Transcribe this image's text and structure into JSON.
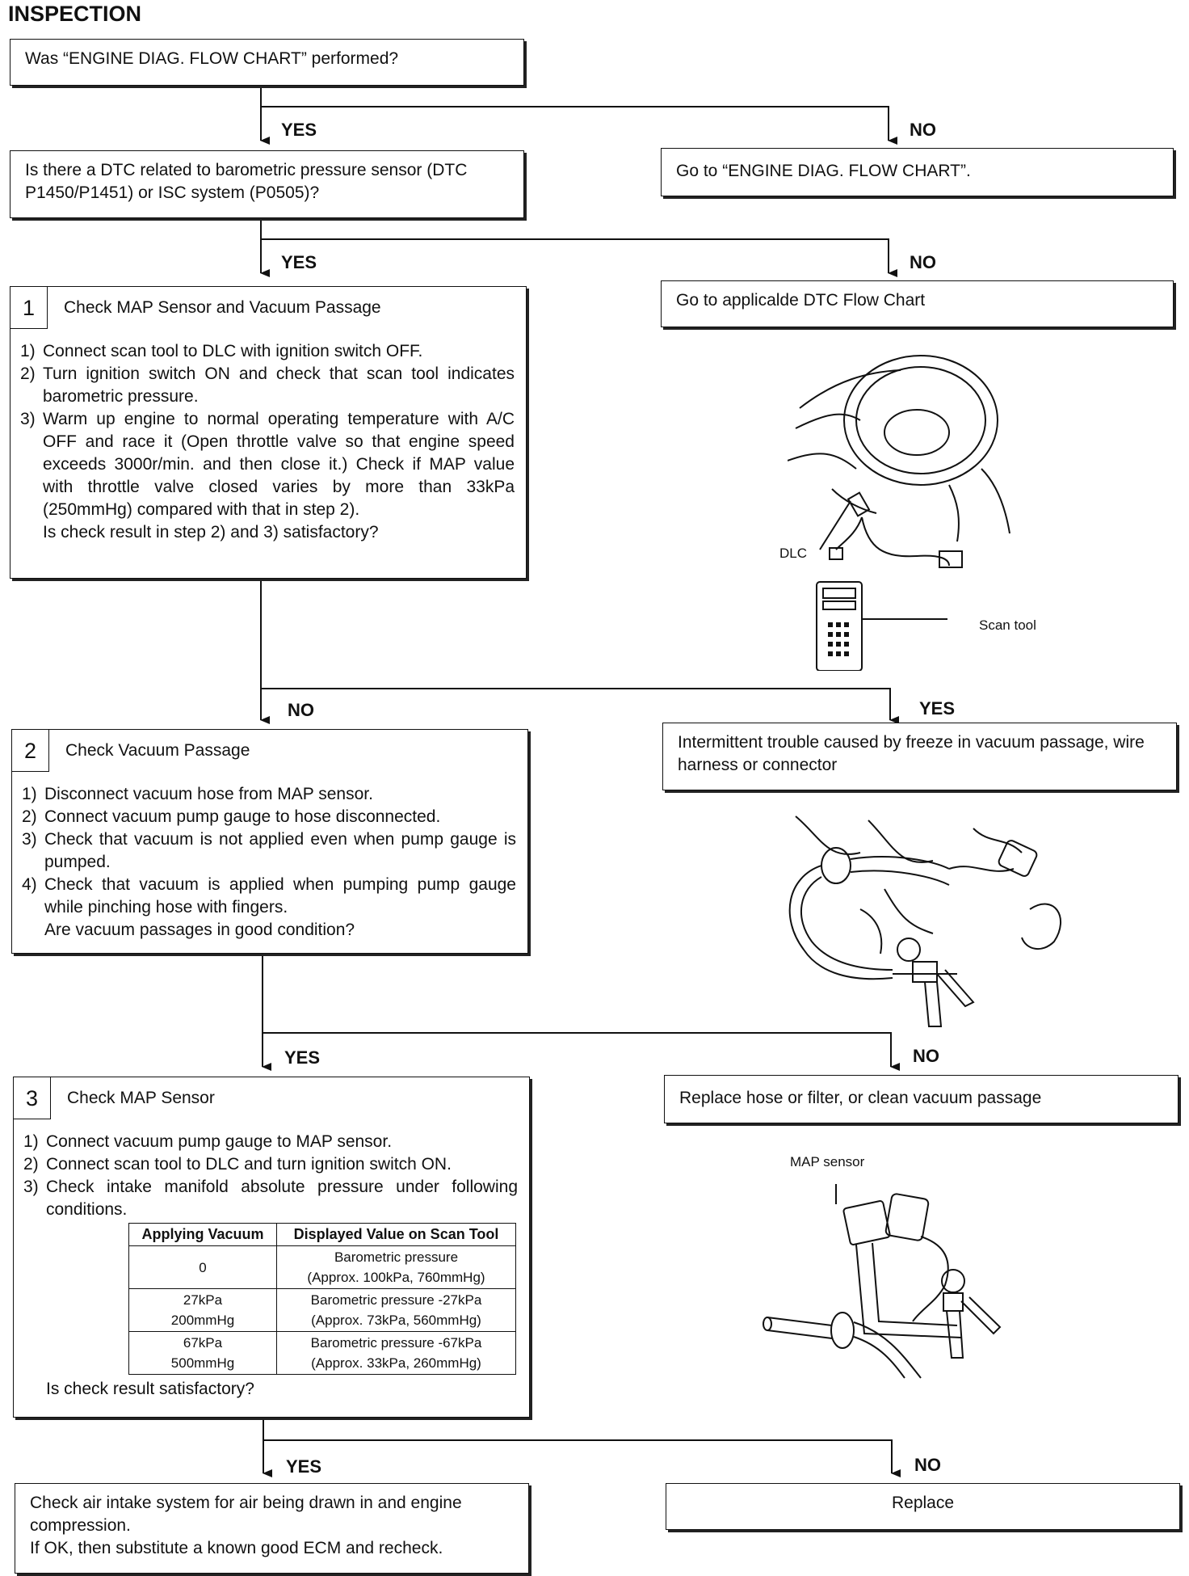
{
  "title": "INSPECTION",
  "q1": "Was “ENGINE DIAG. FLOW CHART” performed?",
  "q2": "Is there a DTC related to barometric pressure sensor (DTC P1450/P1451) or ISC system (P0505)?",
  "go_flow": "Go to “ENGINE DIAG. FLOW CHART”.",
  "go_dtc": "Go to applicalde DTC Flow Chart",
  "labels": {
    "yes": "YES",
    "no": "NO"
  },
  "step1": {
    "num": "1",
    "head": "Check MAP Sensor and Vacuum Passage",
    "items": [
      {
        "n": "1)",
        "t": "Connect scan tool to DLC with ignition switch OFF."
      },
      {
        "n": "2)",
        "t": "Turn ignition switch ON and check that scan tool indicates barometric pressure."
      },
      {
        "n": "3)",
        "t": "Warm up engine to normal operating temperature with A/C OFF and race it (Open throttle valve so that engine speed exceeds 3000r/min. and then close it.) Check if MAP value with throttle valve closed varies by more than 33kPa (250mmHg) compared with that in step 2)."
      }
    ],
    "question": "Is check result in step 2) and 3) satisfactory?"
  },
  "intermittent": "Intermittent trouble caused by freeze in vacuum passage, wire harness or connector",
  "step2": {
    "num": "2",
    "head": "Check Vacuum Passage",
    "items": [
      {
        "n": "1)",
        "t": "Disconnect vacuum hose from MAP sensor."
      },
      {
        "n": "2)",
        "t": "Connect vacuum pump gauge to hose disconnected."
      },
      {
        "n": "3)",
        "t": "Check that vacuum is not applied even when pump gauge is pumped."
      },
      {
        "n": "4)",
        "t": "Check that vacuum is applied when pumping pump gauge while pinching hose with fingers."
      }
    ],
    "question": "Are vacuum passages in good condition?"
  },
  "replace_hose": "Replace hose or filter, or clean vacuum passage",
  "step3": {
    "num": "3",
    "head": "Check MAP Sensor",
    "items": [
      {
        "n": "1)",
        "t": "Connect vacuum pump gauge to MAP sensor."
      },
      {
        "n": "2)",
        "t": "Connect scan tool to DLC and turn ignition switch ON."
      },
      {
        "n": "3)",
        "t": "Check intake manifold absolute pressure under following conditions."
      }
    ],
    "table": {
      "headers": [
        "Applying Vacuum",
        "Displayed Value on Scan Tool"
      ],
      "rows": [
        {
          "v1": "0",
          "v2": "",
          "d1": "Barometric pressure",
          "d2": "(Approx. 100kPa, 760mmHg)"
        },
        {
          "v1": "27kPa",
          "v2": "200mmHg",
          "d1": "Barometric pressure -27kPa",
          "d2": "(Approx. 73kPa, 560mmHg)"
        },
        {
          "v1": "67kPa",
          "v2": "500mmHg",
          "d1": "Barometric pressure -67kPa",
          "d2": "(Approx. 33kPa, 260mmHg)"
        }
      ]
    },
    "question": "Is check result satisfactory?"
  },
  "final_yes": {
    "line1": "Check air intake system for air being drawn in and engine compression.",
    "line2": "If OK, then substitute a known good ECM and recheck."
  },
  "replace": "Replace",
  "captions": {
    "dlc": "DLC",
    "scan_tool": "Scan tool",
    "map_sensor": "MAP sensor"
  }
}
